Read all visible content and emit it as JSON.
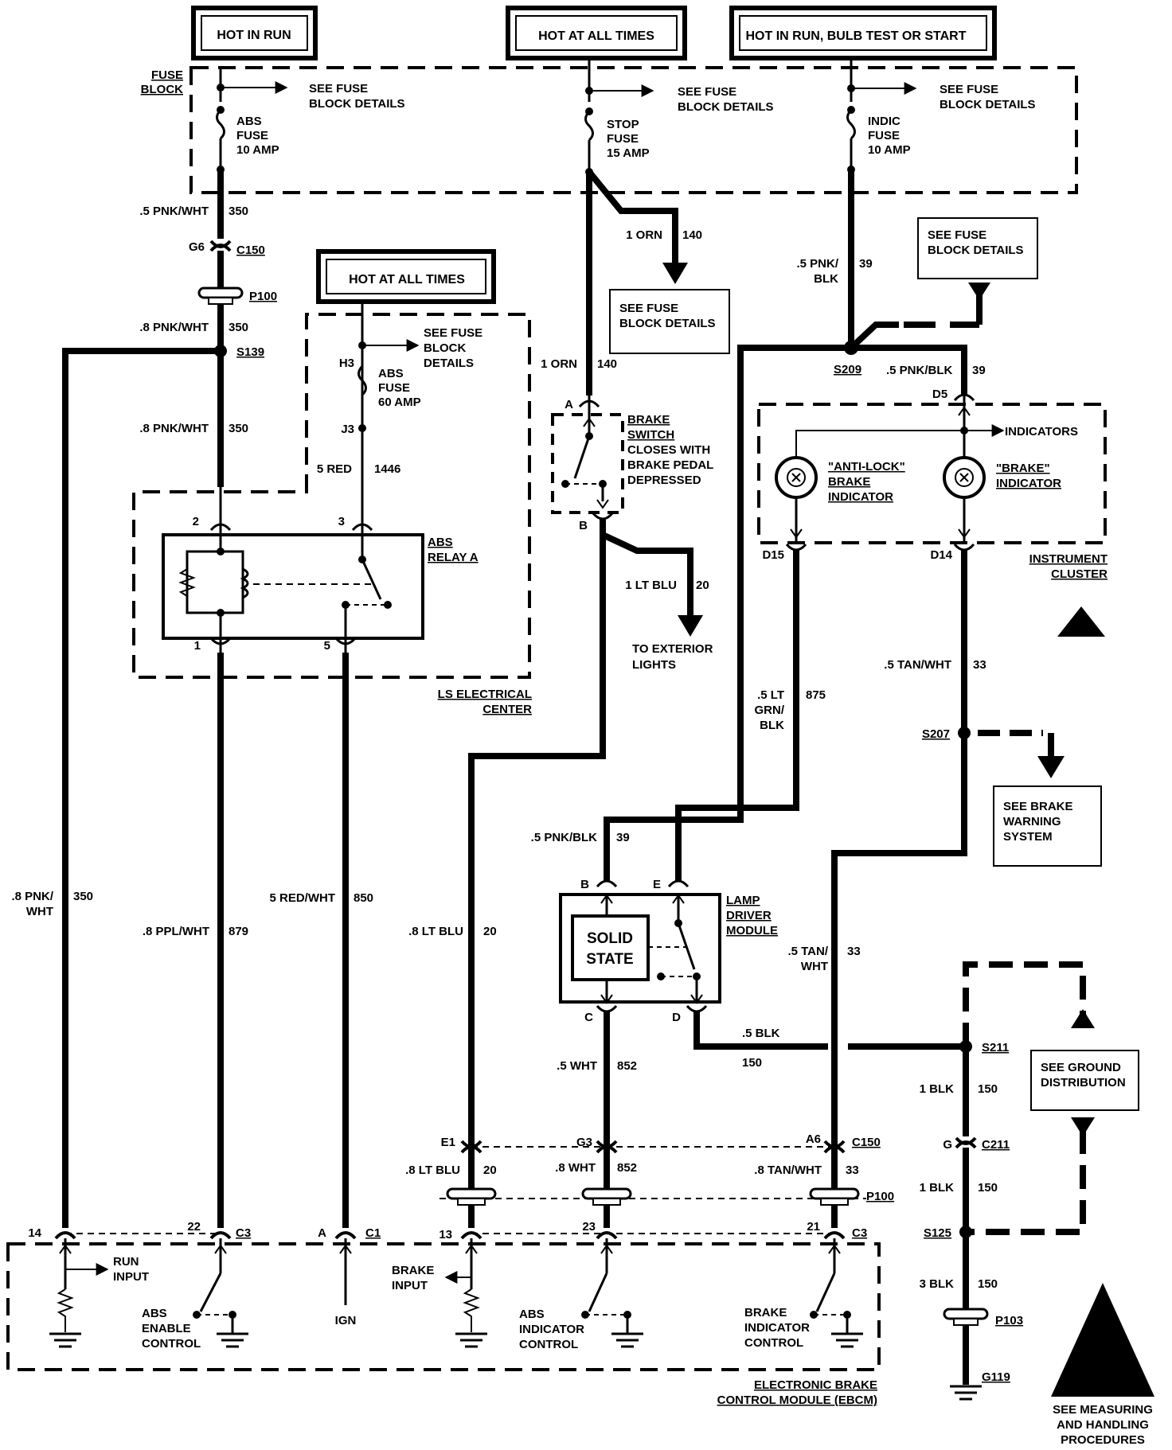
{
  "headers": {
    "hot_in_run": "HOT IN RUN",
    "hot_at_all_times": "HOT AT ALL TIMES",
    "hot_in_run_bulb": "HOT IN RUN, BULB TEST OR START",
    "hot_at_all_times_2": "HOT AT ALL TIMES"
  },
  "fuse_block": {
    "label_1": "FUSE",
    "label_2": "BLOCK",
    "see_details_1": "SEE FUSE",
    "see_details_2": "BLOCK DETAILS",
    "abs_fuse": [
      "ABS",
      "FUSE",
      "10 AMP"
    ],
    "stop_fuse": [
      "STOP",
      "FUSE",
      "15 AMP"
    ],
    "indic_fuse": [
      "INDIC",
      "FUSE",
      "10 AMP"
    ]
  },
  "see_fuse_box_1": [
    "SEE FUSE",
    "BLOCK DETAILS"
  ],
  "see_fuse_box_2": [
    "SEE FUSE",
    "BLOCK DETAILS"
  ],
  "ls_center": {
    "see_details": [
      "SEE FUSE",
      "BLOCK",
      "DETAILS"
    ],
    "abs_fuse": [
      "ABS",
      "FUSE",
      "60 AMP"
    ],
    "h3": "H3",
    "j3": "J3",
    "relay_label": [
      "ABS",
      "RELAY A"
    ],
    "pin2": "2",
    "pin3": "3",
    "pin1": "1",
    "pin5": "5",
    "center_label": [
      "LS ELECTRICAL",
      "CENTER"
    ]
  },
  "wires": {
    "w350_a": [
      ".5 PNK/WHT",
      "350"
    ],
    "g6": "G6",
    "c150": "C150",
    "p100": "P100",
    "w350_b": [
      ".8 PNK/WHT",
      "350"
    ],
    "s139": "S139",
    "w350_c": [
      ".8 PNK/WHT",
      "350"
    ],
    "w1446": [
      "5 RED",
      "1446"
    ],
    "w140_a": [
      "1 ORN",
      "140"
    ],
    "w140_b": [
      "1 ORN",
      "140"
    ],
    "w39_a": [
      ".5 PNK/",
      "BLK",
      "39"
    ],
    "s209": "S209",
    "w39_b": [
      ".5 PNK/BLK",
      "39"
    ],
    "d5": "D5",
    "w20_a": [
      "1 LT BLU",
      "20"
    ],
    "to_ext": [
      "TO EXTERIOR",
      "LIGHTS"
    ],
    "w875": [
      ".5 LT",
      "GRN/",
      "BLK",
      "875"
    ],
    "w33_a": [
      ".5 TAN/WHT",
      "33"
    ],
    "s207": "S207",
    "w350_d": [
      ".8 PNK/",
      "WHT",
      "350"
    ],
    "w879": [
      ".8 PPL/WHT",
      "879"
    ],
    "w850": [
      "5 RED/WHT",
      "850"
    ],
    "w20_b": [
      ".8 LT BLU",
      "20"
    ],
    "w39_c": [
      ".5 PNK/BLK",
      "39"
    ],
    "w33_b": [
      ".5 TAN/",
      "WHT",
      "33"
    ],
    "w150_a": [
      ".5 BLK",
      "150"
    ],
    "s211": "S211",
    "w852_a": [
      ".5 WHT",
      "852"
    ],
    "w150_b": [
      "1 BLK",
      "150"
    ],
    "e1": "E1",
    "g3": "G3",
    "a6": "A6",
    "c150_b": "C150",
    "g": "G",
    "c211": "C211",
    "w20_c": [
      ".8 LT BLU",
      "20"
    ],
    "w852_b": [
      ".8 WHT",
      "852"
    ],
    "w33_c": [
      ".8 TAN/WHT",
      "33"
    ],
    "p100_b": "P100",
    "w150_c": [
      "1 BLK",
      "150"
    ],
    "s125": "S125",
    "w150_d": [
      "3 BLK",
      "150"
    ],
    "p103": "P103",
    "g119": "G119"
  },
  "brake_switch": {
    "a": "A",
    "b": "B",
    "label": [
      "BRAKE",
      "SWITCH",
      "CLOSES WITH",
      "BRAKE PEDAL",
      "DEPRESSED"
    ]
  },
  "instrument_cluster": {
    "indicators": "INDICATORS",
    "antilock": [
      "\"ANTI-LOCK\"",
      "BRAKE",
      "INDICATOR"
    ],
    "brake": [
      "\"BRAKE\"",
      "INDICATOR"
    ],
    "d15": "D15",
    "d14": "D14",
    "label": [
      "INSTRUMENT",
      "CLUSTER"
    ]
  },
  "see_brake_warning": [
    "SEE BRAKE",
    "WARNING",
    "SYSTEM"
  ],
  "lamp_driver": {
    "b": "B",
    "e": "E",
    "c": "C",
    "d": "D",
    "solid_state": [
      "SOLID",
      "STATE"
    ],
    "label": [
      "LAMP",
      "DRIVER",
      "MODULE"
    ]
  },
  "see_ground": [
    "SEE GROUND",
    "DISTRIBUTION"
  ],
  "ebcm": {
    "p14": "14",
    "p22": "22",
    "c3": "C3",
    "pa": "A",
    "c1": "C1",
    "p13": "13",
    "p23": "23",
    "p21": "21",
    "c3_b": "C3",
    "run_input": [
      "RUN",
      "INPUT"
    ],
    "abs_enable": [
      "ABS",
      "ENABLE",
      "CONTROL"
    ],
    "ign": "IGN",
    "brake_input": [
      "BRAKE",
      "INPUT"
    ],
    "abs_indicator": [
      "ABS",
      "INDICATOR",
      "CONTROL"
    ],
    "brake_indicator": [
      "BRAKE",
      "INDICATOR",
      "CONTROL"
    ],
    "label": [
      "ELECTRONIC BRAKE",
      "CONTROL MODULE (EBCM)"
    ]
  },
  "esd_note": [
    "SEE MEASURING",
    "AND HANDLING",
    "PROCEDURES"
  ]
}
